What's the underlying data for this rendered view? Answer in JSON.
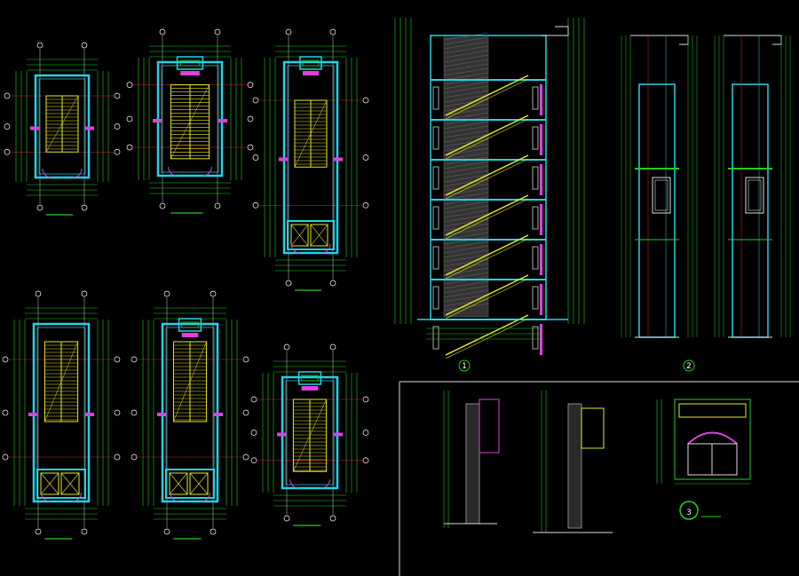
{
  "drawing": {
    "background": "#000000",
    "colors": {
      "wall": "#22d3e6",
      "stair": "#e8e820",
      "dim": "#1fd01f",
      "grid": "#ffffff",
      "accent": "#e040e0",
      "axis": "#e02020"
    },
    "markers": [
      {
        "id": "section-1",
        "label": "1"
      },
      {
        "id": "section-2",
        "label": "2"
      },
      {
        "id": "detail-3",
        "label": "3"
      }
    ]
  }
}
